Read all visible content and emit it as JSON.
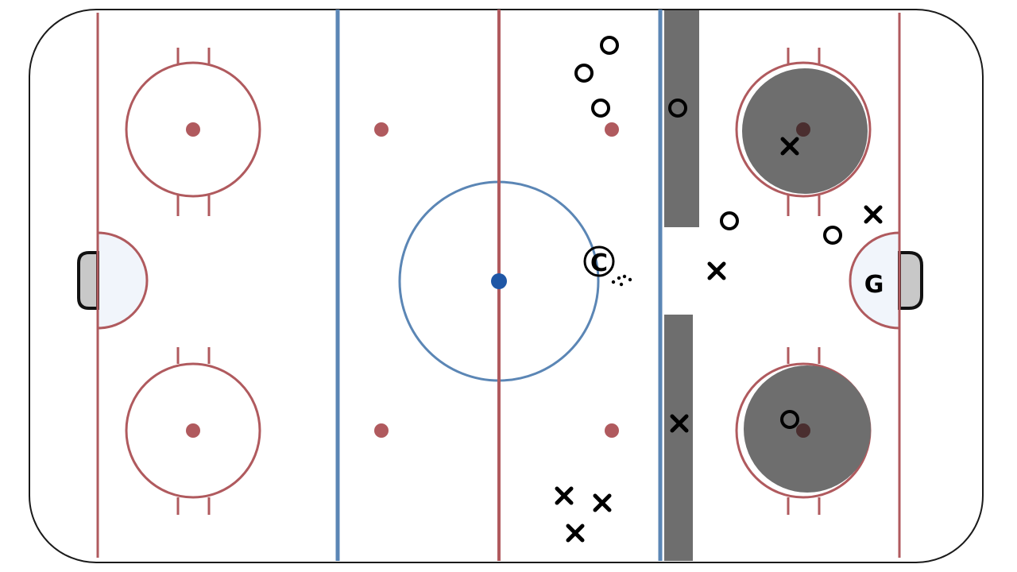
{
  "diagram": {
    "type": "hockey-rink-drill",
    "colors": {
      "background": "#ffffff",
      "boards": "#1a1a1a",
      "red_line": "#b05a5e",
      "blue_line": "#5b86b5",
      "center_dot": "#1f57a6",
      "crease_fill": "#f1f5fb",
      "net_fill": "#c8c8c8",
      "shade": "#6e6e6e",
      "marker": "#000000"
    },
    "zones": [
      {
        "id": "left-zone",
        "label": ""
      },
      {
        "id": "neutral-zone",
        "label": ""
      },
      {
        "id": "right-zone",
        "label": ""
      }
    ],
    "markers": {
      "o_symbol": "O",
      "x_symbol": "×",
      "coach_symbol": "C",
      "goalie_symbol": "G",
      "puck_symbol": "puck-cluster"
    },
    "legend": []
  }
}
